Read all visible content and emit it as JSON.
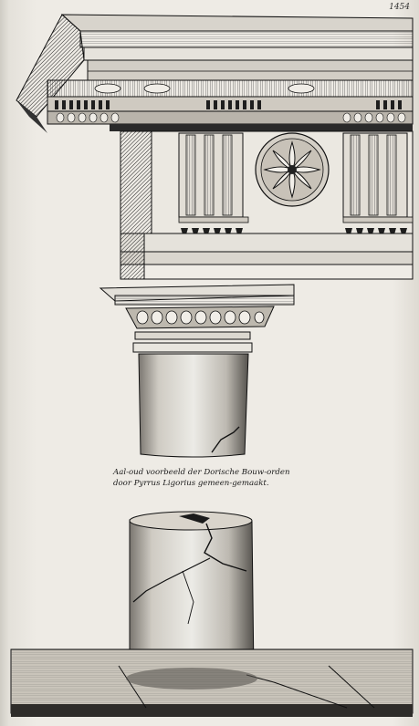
{
  "page": {
    "number": "1454"
  },
  "caption": {
    "line1": "Aal-oud voorbeeld der Dorische Bouw-orden",
    "line2": "door Pyrrus Ligorius gemeen-gemaakt."
  },
  "colors": {
    "paper": "#eeebe5",
    "ink": "#1a1a1a"
  }
}
